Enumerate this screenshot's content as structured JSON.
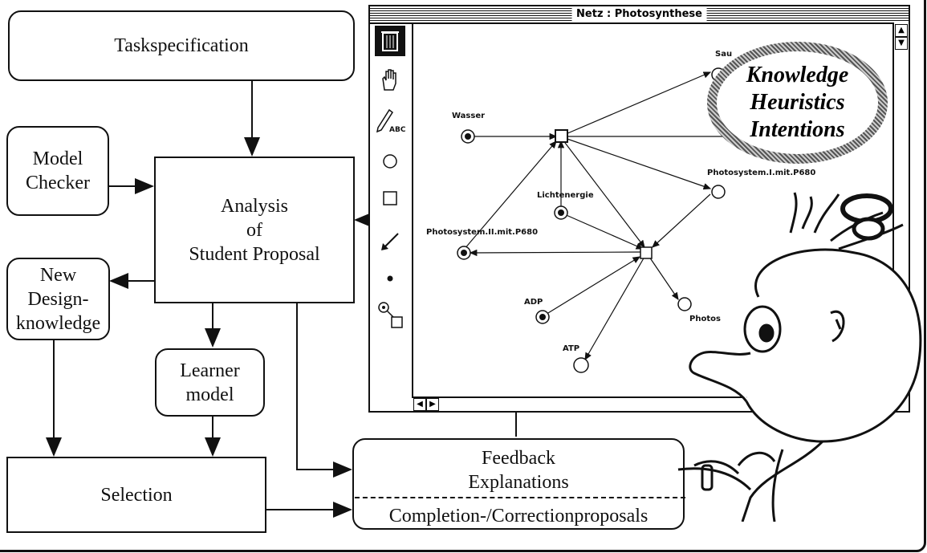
{
  "boxes": {
    "taskspec": "Taskspecification",
    "model_checker_l1": "Model",
    "model_checker_l2": "Checker",
    "analysis_l1": "Analysis",
    "analysis_l2": "of",
    "analysis_l3": "Student Proposal",
    "new_design_l1": "New",
    "new_design_l2": "Design-",
    "new_design_l3": "knowledge",
    "learner_l1": "Learner",
    "learner_l2": "model",
    "selection": "Selection",
    "feedback_l1": "Feedback",
    "feedback_l2": "Explanations",
    "feedback_l3": "Completion-/Correctionproposals"
  },
  "window": {
    "title": "Netz : Photosynthese",
    "tools": [
      "trash-icon",
      "hand-icon",
      "pencil-abc-icon",
      "circle-tool-icon",
      "square-tool-icon",
      "arrow-tool-icon",
      "dot-tool-icon",
      "link-tool-icon"
    ],
    "pencil_abc": "ABC"
  },
  "network": {
    "wasser": "Wasser",
    "lichtenergie": "Lichtenergie",
    "photosystem_ii": "Photosystem.II.mit.P680",
    "photosystem_i": "Photosystem.I.mit.P680",
    "adp": "ADP",
    "atp": "ATP",
    "sau": "Sau",
    "photos": "Photos"
  },
  "thought_bubble": {
    "line1": "Knowledge",
    "line2": "Heuristics",
    "line3": "Intentions"
  }
}
